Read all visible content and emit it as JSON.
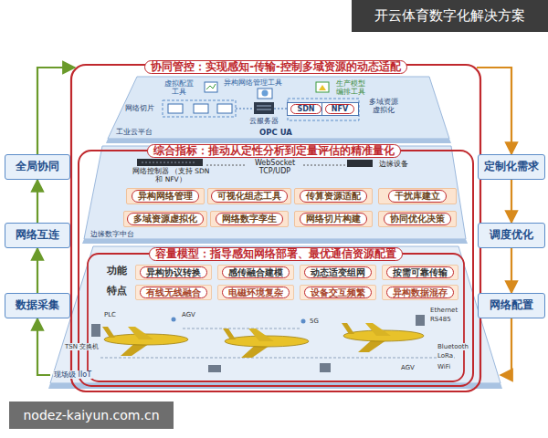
{
  "diagram": {
    "title": "开云体育数字化解决方案",
    "nodes": [
      {
        "text": [
          "全局协同"
        ]
      },
      {
        "text": [
          "网络互连"
        ]
      },
      {
        "text": [
          "数据采集"
        ]
      },
      {
        "text": [
          "定制化需求"
        ]
      },
      {
        "text": [
          "调度优化"
        ]
      },
      {
        "text": [
          "网络配置"
        ]
      },
      {
        "text": [
          "协同管控：实现感知-传输-控制多域资源的动态适配"
        ]
      },
      {
        "text": [
          "SDN"
        ],
        "in": 6
      },
      {
        "text": [
          "NFV"
        ],
        "in": 6
      },
      {
        "text": [
          "综合指标：推动从定性分析到定量评估的精准量化"
        ]
      },
      {
        "text": [
          "异构网络管理"
        ],
        "in": 9
      },
      {
        "text": [
          "可视化组态工具"
        ],
        "in": 9
      },
      {
        "text": [
          "传算资源适配"
        ],
        "in": 9
      },
      {
        "text": [
          "干扰库建立"
        ],
        "in": 9
      },
      {
        "text": [
          "多域资源虚拟化"
        ],
        "in": 9
      },
      {
        "text": [
          "网络数字孪生"
        ],
        "in": 9
      },
      {
        "text": [
          "网络切片构建"
        ],
        "in": 9
      },
      {
        "text": [
          "协同优化决策"
        ],
        "in": 9
      },
      {
        "text": [
          "容量模型：指导感知网络部署、最优通信资源配置"
        ]
      },
      {
        "text": [
          "异构协议转换"
        ],
        "in": 18
      },
      {
        "text": [
          "感传融合建模"
        ],
        "in": 18
      },
      {
        "text": [
          "动态适变组网"
        ],
        "in": 18
      },
      {
        "text": [
          "按需可靠传输"
        ],
        "in": 18
      },
      {
        "text": [
          "有线无线融合"
        ],
        "in": 18
      },
      {
        "text": [
          "电磁环境复杂"
        ],
        "in": 18
      },
      {
        "text": [
          "设备交互频繁"
        ],
        "in": 18
      },
      {
        "text": [
          "异构数据混存"
        ],
        "in": 18
      }
    ],
    "edges": [
      {
        "from": 2,
        "to": 1,
        "arrow": "to"
      },
      {
        "from": 1,
        "to": 0,
        "arrow": "to"
      },
      {
        "from": 3,
        "to": 4,
        "arrow": "to"
      },
      {
        "from": 4,
        "to": 5,
        "arrow": "to"
      },
      {
        "from": 0,
        "to": 6,
        "arrow": "to"
      },
      {
        "from": 6,
        "to": 3,
        "arrow": "to"
      },
      {
        "from": 5,
        "to": 18,
        "arrow": "to"
      },
      {
        "from": 18,
        "to": 2,
        "arrow": "to"
      }
    ],
    "labels": [
      "nodez-kaiyun.com.cn",
      "虚拟配置 工具",
      "异构网络管理工具",
      "生产模型 编排工具",
      "网络切片",
      "云服务器",
      "多域资源 虚拟化",
      "OPC UA",
      "工业云平台",
      "网络控制器 （支持 SDN 和 NFV）",
      "WebSocket TCP/UDP",
      "边缘设备",
      "边缘数字中台",
      "功能",
      "特点",
      "现场级 IIoT",
      "PLC",
      "AGV",
      "5G",
      "TSN 交换机",
      "Ethernet",
      "RS485",
      "Bluetooth",
      "LoRa",
      "WiFi",
      "AGV"
    ]
  }
}
